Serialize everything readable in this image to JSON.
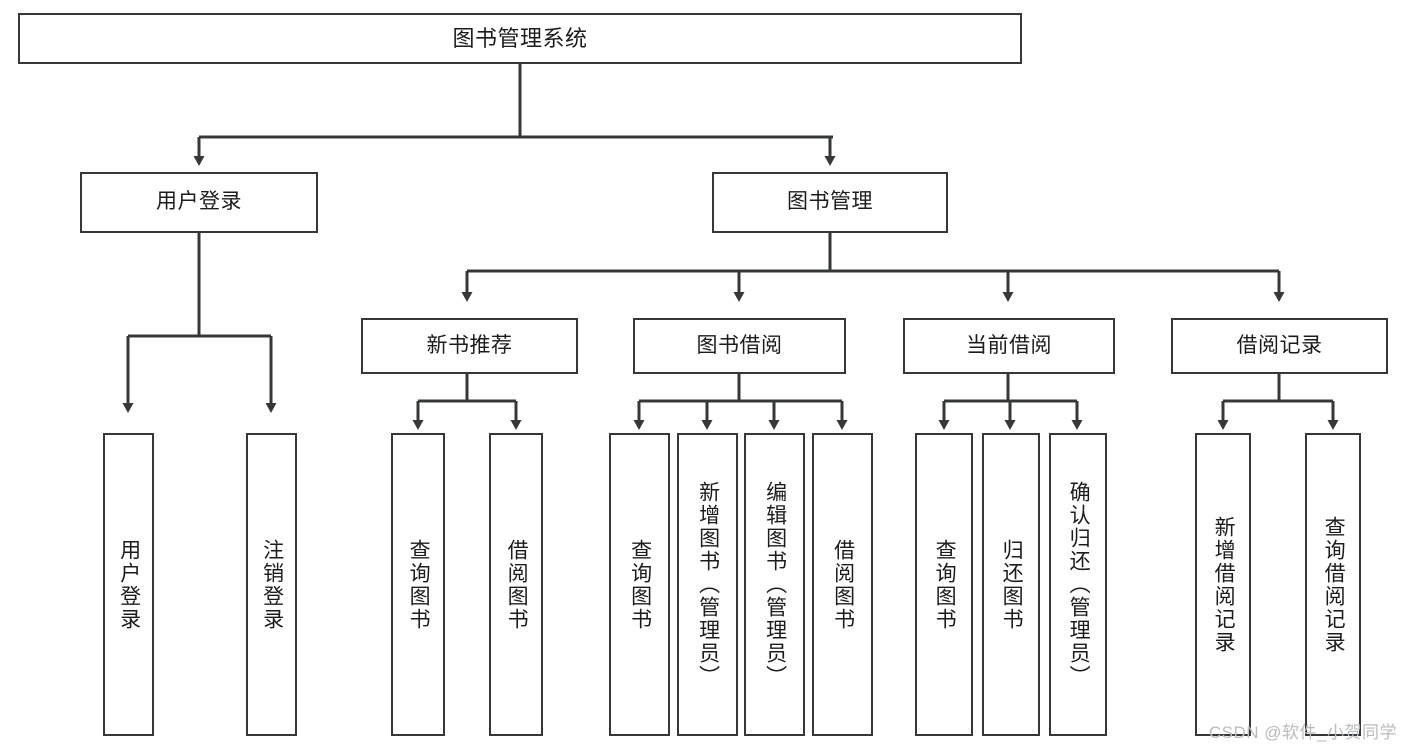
{
  "diagram": {
    "title": "图书管理系统",
    "type": "tree-hierarchy-chart",
    "line_color": "#35383a",
    "box_fill": "#ffffff",
    "text_color": "#1b1c1d"
  },
  "watermark": {
    "text": "CSDN @软件_小贺同学",
    "color": "#b9bbbd"
  },
  "nodes": {
    "root": {
      "label": "图书管理系统"
    },
    "l2": [
      {
        "label": "用户登录"
      },
      {
        "label": "图书管理"
      }
    ],
    "l3": [
      {
        "label": "新书推荐"
      },
      {
        "label": "图书借阅"
      },
      {
        "label": "当前借阅"
      },
      {
        "label": "借阅记录"
      }
    ],
    "leaves": {
      "user_login": [
        {
          "label": "用户登录"
        },
        {
          "label": "注销登录"
        }
      ],
      "new_book": [
        {
          "label": "查询图书"
        },
        {
          "label": "借阅图书"
        }
      ],
      "book_borrow": [
        {
          "label": "查询图书"
        },
        {
          "label": "新增图书（管理员）"
        },
        {
          "label": "编辑图书（管理员）"
        },
        {
          "label": "借阅图书"
        }
      ],
      "current_borrow": [
        {
          "label": "查询图书"
        },
        {
          "label": "归还图书"
        },
        {
          "label": "确认归还（管理员）"
        }
      ],
      "borrow_record": [
        {
          "label": "新增借阅记录"
        },
        {
          "label": "查询借阅记录"
        }
      ]
    }
  }
}
